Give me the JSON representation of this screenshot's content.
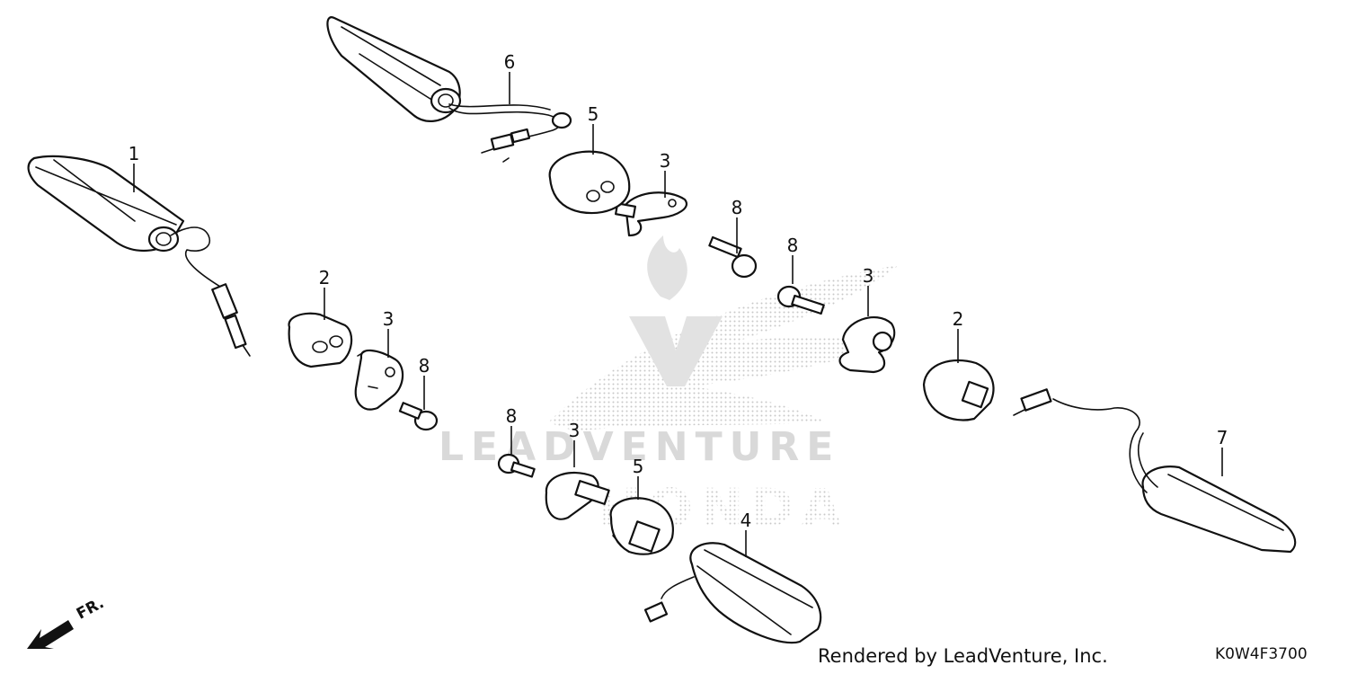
{
  "watermark": {
    "brand": "LEADVENTURE",
    "make": "HONDA"
  },
  "callouts": [
    {
      "id": "c1",
      "label": "1"
    },
    {
      "id": "c2a",
      "label": "2"
    },
    {
      "id": "c2b",
      "label": "2"
    },
    {
      "id": "c3a",
      "label": "3"
    },
    {
      "id": "c3b",
      "label": "3"
    },
    {
      "id": "c3c",
      "label": "3"
    },
    {
      "id": "c3d",
      "label": "3"
    },
    {
      "id": "c4",
      "label": "4"
    },
    {
      "id": "c5a",
      "label": "5"
    },
    {
      "id": "c5b",
      "label": "5"
    },
    {
      "id": "c6",
      "label": "6"
    },
    {
      "id": "c7",
      "label": "7"
    },
    {
      "id": "c8a",
      "label": "8"
    },
    {
      "id": "c8b",
      "label": "8"
    },
    {
      "id": "c8c",
      "label": "8"
    },
    {
      "id": "c8d",
      "label": "8"
    }
  ],
  "direction": {
    "label": "FR.",
    "icon": "front-direction-arrow-icon"
  },
  "footer": {
    "credit": "Rendered by LeadVenture, Inc.",
    "diagram_code": "K0W4F3700"
  }
}
